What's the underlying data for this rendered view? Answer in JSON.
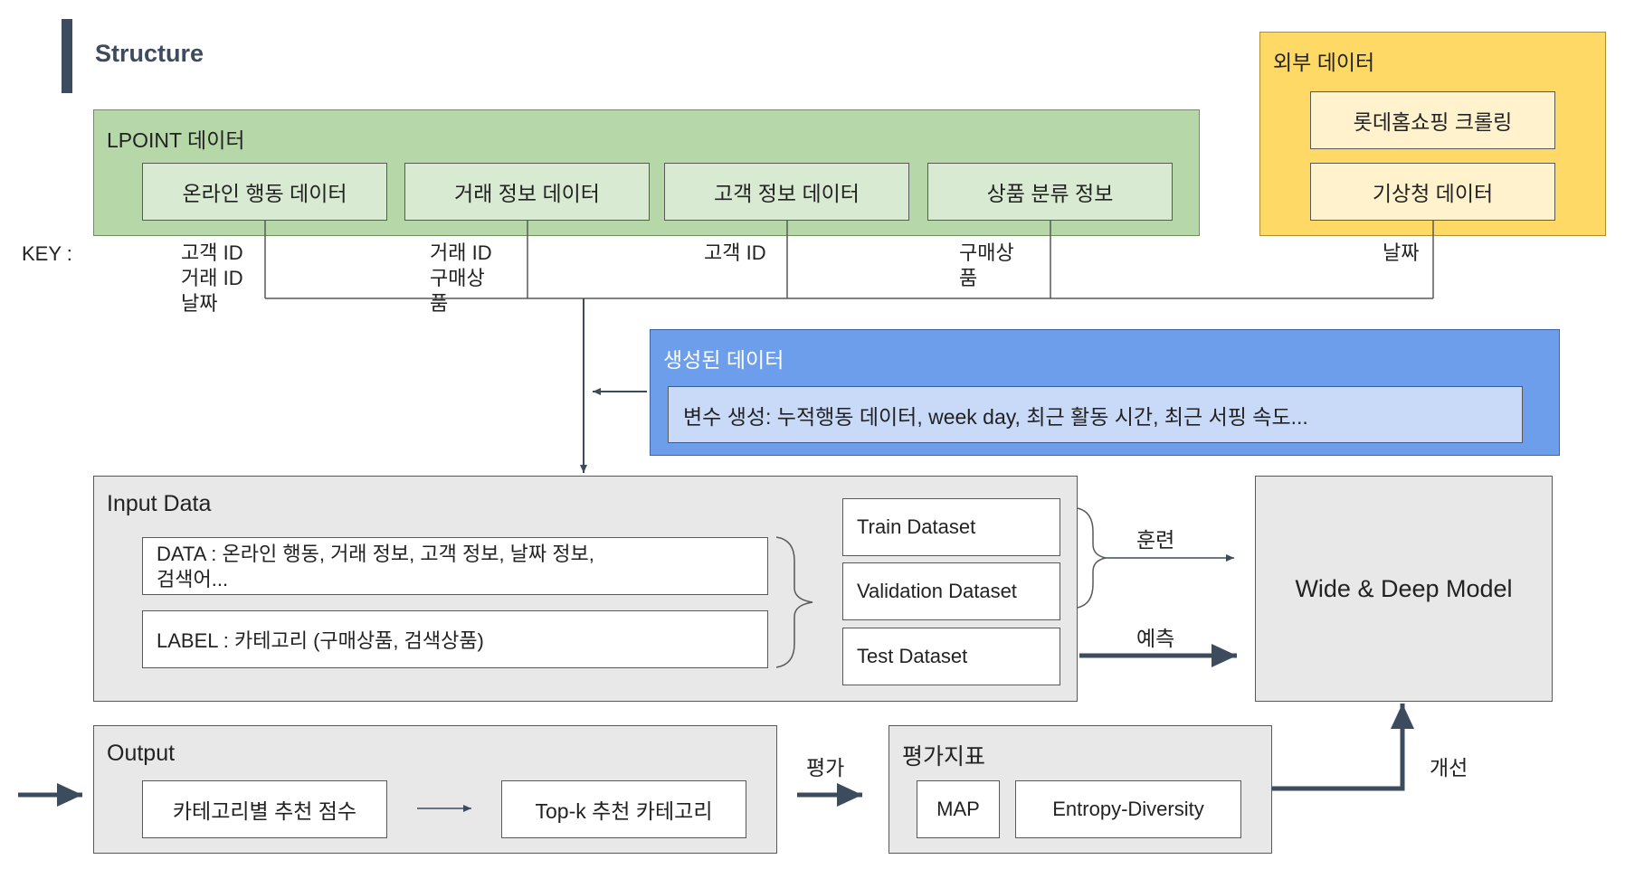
{
  "header": {
    "title": "Structure"
  },
  "key_label": "KEY :",
  "lpoint": {
    "title": "LPOINT 데이터",
    "items": [
      "온라인 행동 데이터",
      "거래 정보 데이터",
      "고객 정보 데이터",
      "상품 분류 정보"
    ],
    "keys": [
      [
        "고객 ID",
        "거래 ID",
        "날짜"
      ],
      [
        "거래 ID",
        "구매상",
        "품"
      ],
      [
        "고객 ID"
      ],
      [
        "구매상",
        "품"
      ]
    ]
  },
  "external": {
    "title": "외부 데이터",
    "items": [
      "롯데홈쇼핑 크롤링",
      "기상청 데이터"
    ],
    "key": "날짜"
  },
  "generated": {
    "title": "생성된 데이터",
    "content": "변수 생성: 누적행동 데이터, week day, 최근 활동 시간, 최근 서핑 속도..."
  },
  "input": {
    "title": "Input Data",
    "data_line1": "DATA : 온라인 행동, 거래 정보, 고객 정보, 날짜 정보,",
    "data_line2": "검색어...",
    "label": "LABEL : 카테고리 (구매상품, 검색상품)",
    "datasets": [
      "Train Dataset",
      "Validation Dataset",
      "Test Dataset"
    ]
  },
  "model": {
    "title": "Wide & Deep Model"
  },
  "edges": {
    "train": "훈련",
    "predict": "예측",
    "evaluate": "평가",
    "improve": "개선"
  },
  "output": {
    "title": "Output",
    "score": "카테고리별 추천 점수",
    "topk": "Top-k 추천 카테고리"
  },
  "metrics": {
    "title": "평가지표",
    "items": [
      "MAP",
      "Entropy-Diversity"
    ]
  },
  "colors": {
    "lpoint_bg": "#b6d7a8",
    "lpoint_item_bg": "#d9ead3",
    "external_bg": "#ffd966",
    "external_item_bg": "#fff2cc",
    "generated_bg": "#6d9eeb",
    "generated_item_bg": "#c9daf8",
    "gray_bg": "#e8e8e8",
    "arrow": "#3d4b5e"
  }
}
